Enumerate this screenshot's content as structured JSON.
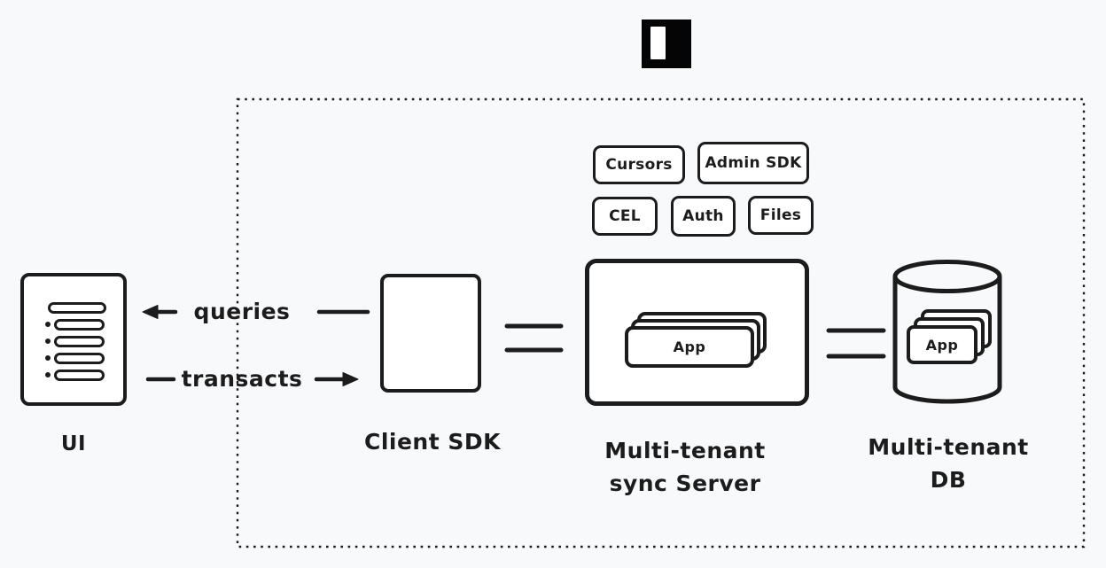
{
  "colors": {
    "background": "#f8f9fb",
    "stroke": "#1c1c1c",
    "node_fill": "#ffffff",
    "logo_bg": "#050505",
    "logo_mark": "#ffffff"
  },
  "logo": {
    "icon": "black-square-with-white-bar"
  },
  "diagram": {
    "ui": {
      "label": "UI"
    },
    "client_sdk": {
      "label": "Client SDK"
    },
    "server": {
      "label_line1": "Multi-tenant",
      "label_line2": "sync Server",
      "app_card_label": "App"
    },
    "db": {
      "label_line1": "Multi-tenant",
      "label_line2": "DB",
      "app_card_label": "App"
    },
    "edges": {
      "queries_label": "queries",
      "transacts_label": "transacts"
    },
    "badges": [
      {
        "label": "Cursors"
      },
      {
        "label": "Admin SDK"
      },
      {
        "label": "CEL"
      },
      {
        "label": "Auth"
      },
      {
        "label": "Files"
      }
    ]
  }
}
